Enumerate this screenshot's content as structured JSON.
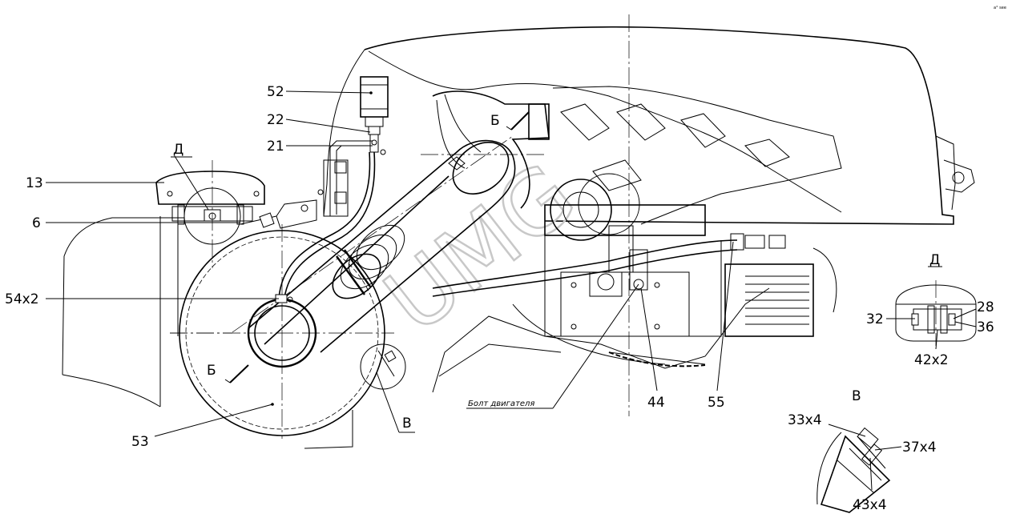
{
  "drawing": {
    "corner_mark": "a° see",
    "watermark": "UMG",
    "callouts": {
      "c52": "52",
      "c22": "22",
      "c21": "21",
      "c13": "13",
      "c6": "6",
      "c54": "54x2",
      "c53": "53",
      "c44": "44",
      "c55": "55",
      "c32": "32",
      "c28": "28",
      "c36": "36",
      "c42": "42x2",
      "c33": "33x4",
      "c37": "37x4",
      "c43": "43x4"
    },
    "views": {
      "d_top": "Д",
      "d_detail": "Д",
      "b_top": "Б",
      "b_bottom": "Б",
      "v_main": "В",
      "v_detail": "В"
    },
    "notes": {
      "engine_bolt": "Болт двигателя"
    }
  }
}
